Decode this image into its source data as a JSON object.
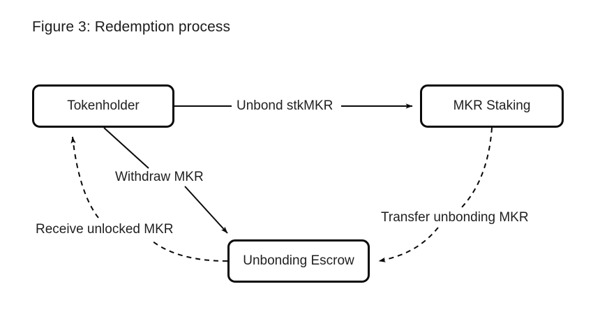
{
  "figure": {
    "title": "Figure 3: Redemption process",
    "background_color": "#ffffff",
    "stroke_color": "#0a0a0a",
    "text_color": "#1f1f1f"
  },
  "nodes": [
    {
      "id": "tokenholder",
      "label": "Tokenholder"
    },
    {
      "id": "mkr-staking",
      "label": "MKR Staking"
    },
    {
      "id": "unbonding-escrow",
      "label": "Unbonding Escrow"
    }
  ],
  "edges": [
    {
      "id": "unbond-stkmkr",
      "label": "Unbond stkMKR",
      "from": "tokenholder",
      "to": "mkr-staking",
      "style": "solid",
      "arrow": "end"
    },
    {
      "id": "transfer-unbonding-mkr",
      "label": "Transfer unbonding MKR",
      "from": "mkr-staking",
      "to": "unbonding-escrow",
      "style": "dashed",
      "arrow": "end"
    },
    {
      "id": "withdraw-mkr",
      "label": "Withdraw MKR",
      "from": "tokenholder",
      "to": "unbonding-escrow",
      "style": "solid",
      "arrow": "end"
    },
    {
      "id": "receive-unlocked-mkr",
      "label": "Receive unlocked MKR",
      "from": "unbonding-escrow",
      "to": "tokenholder",
      "style": "dashed",
      "arrow": "end"
    }
  ]
}
